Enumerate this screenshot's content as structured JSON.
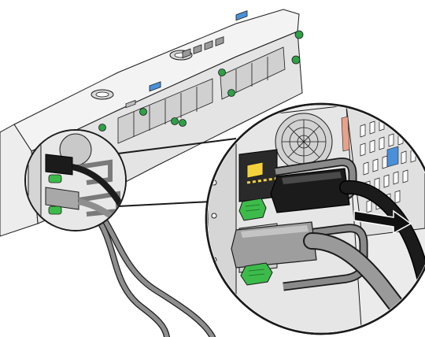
{
  "figure": {
    "callouts": [],
    "colors": {
      "chassis": "#eeeeee",
      "chassis_dark": "#bdbdbd",
      "outline": "#1a1a1a",
      "cable_grey": "#8e8e8e",
      "cable_black": "#1b1b1b",
      "release_tab_green": "#3dbb4a",
      "screw_green": "#2ea047",
      "highlight_orange": "#e8a28a",
      "connector_blue": "#4a90d9",
      "retention_yellow": "#f4d23c",
      "arrow": "#111111"
    },
    "icons": [
      "server-chassis",
      "power-supply",
      "power-cord-connector",
      "release-tab",
      "cable-retention-clip",
      "removal-direction-arrow",
      "magnifier-detail-circle"
    ]
  }
}
